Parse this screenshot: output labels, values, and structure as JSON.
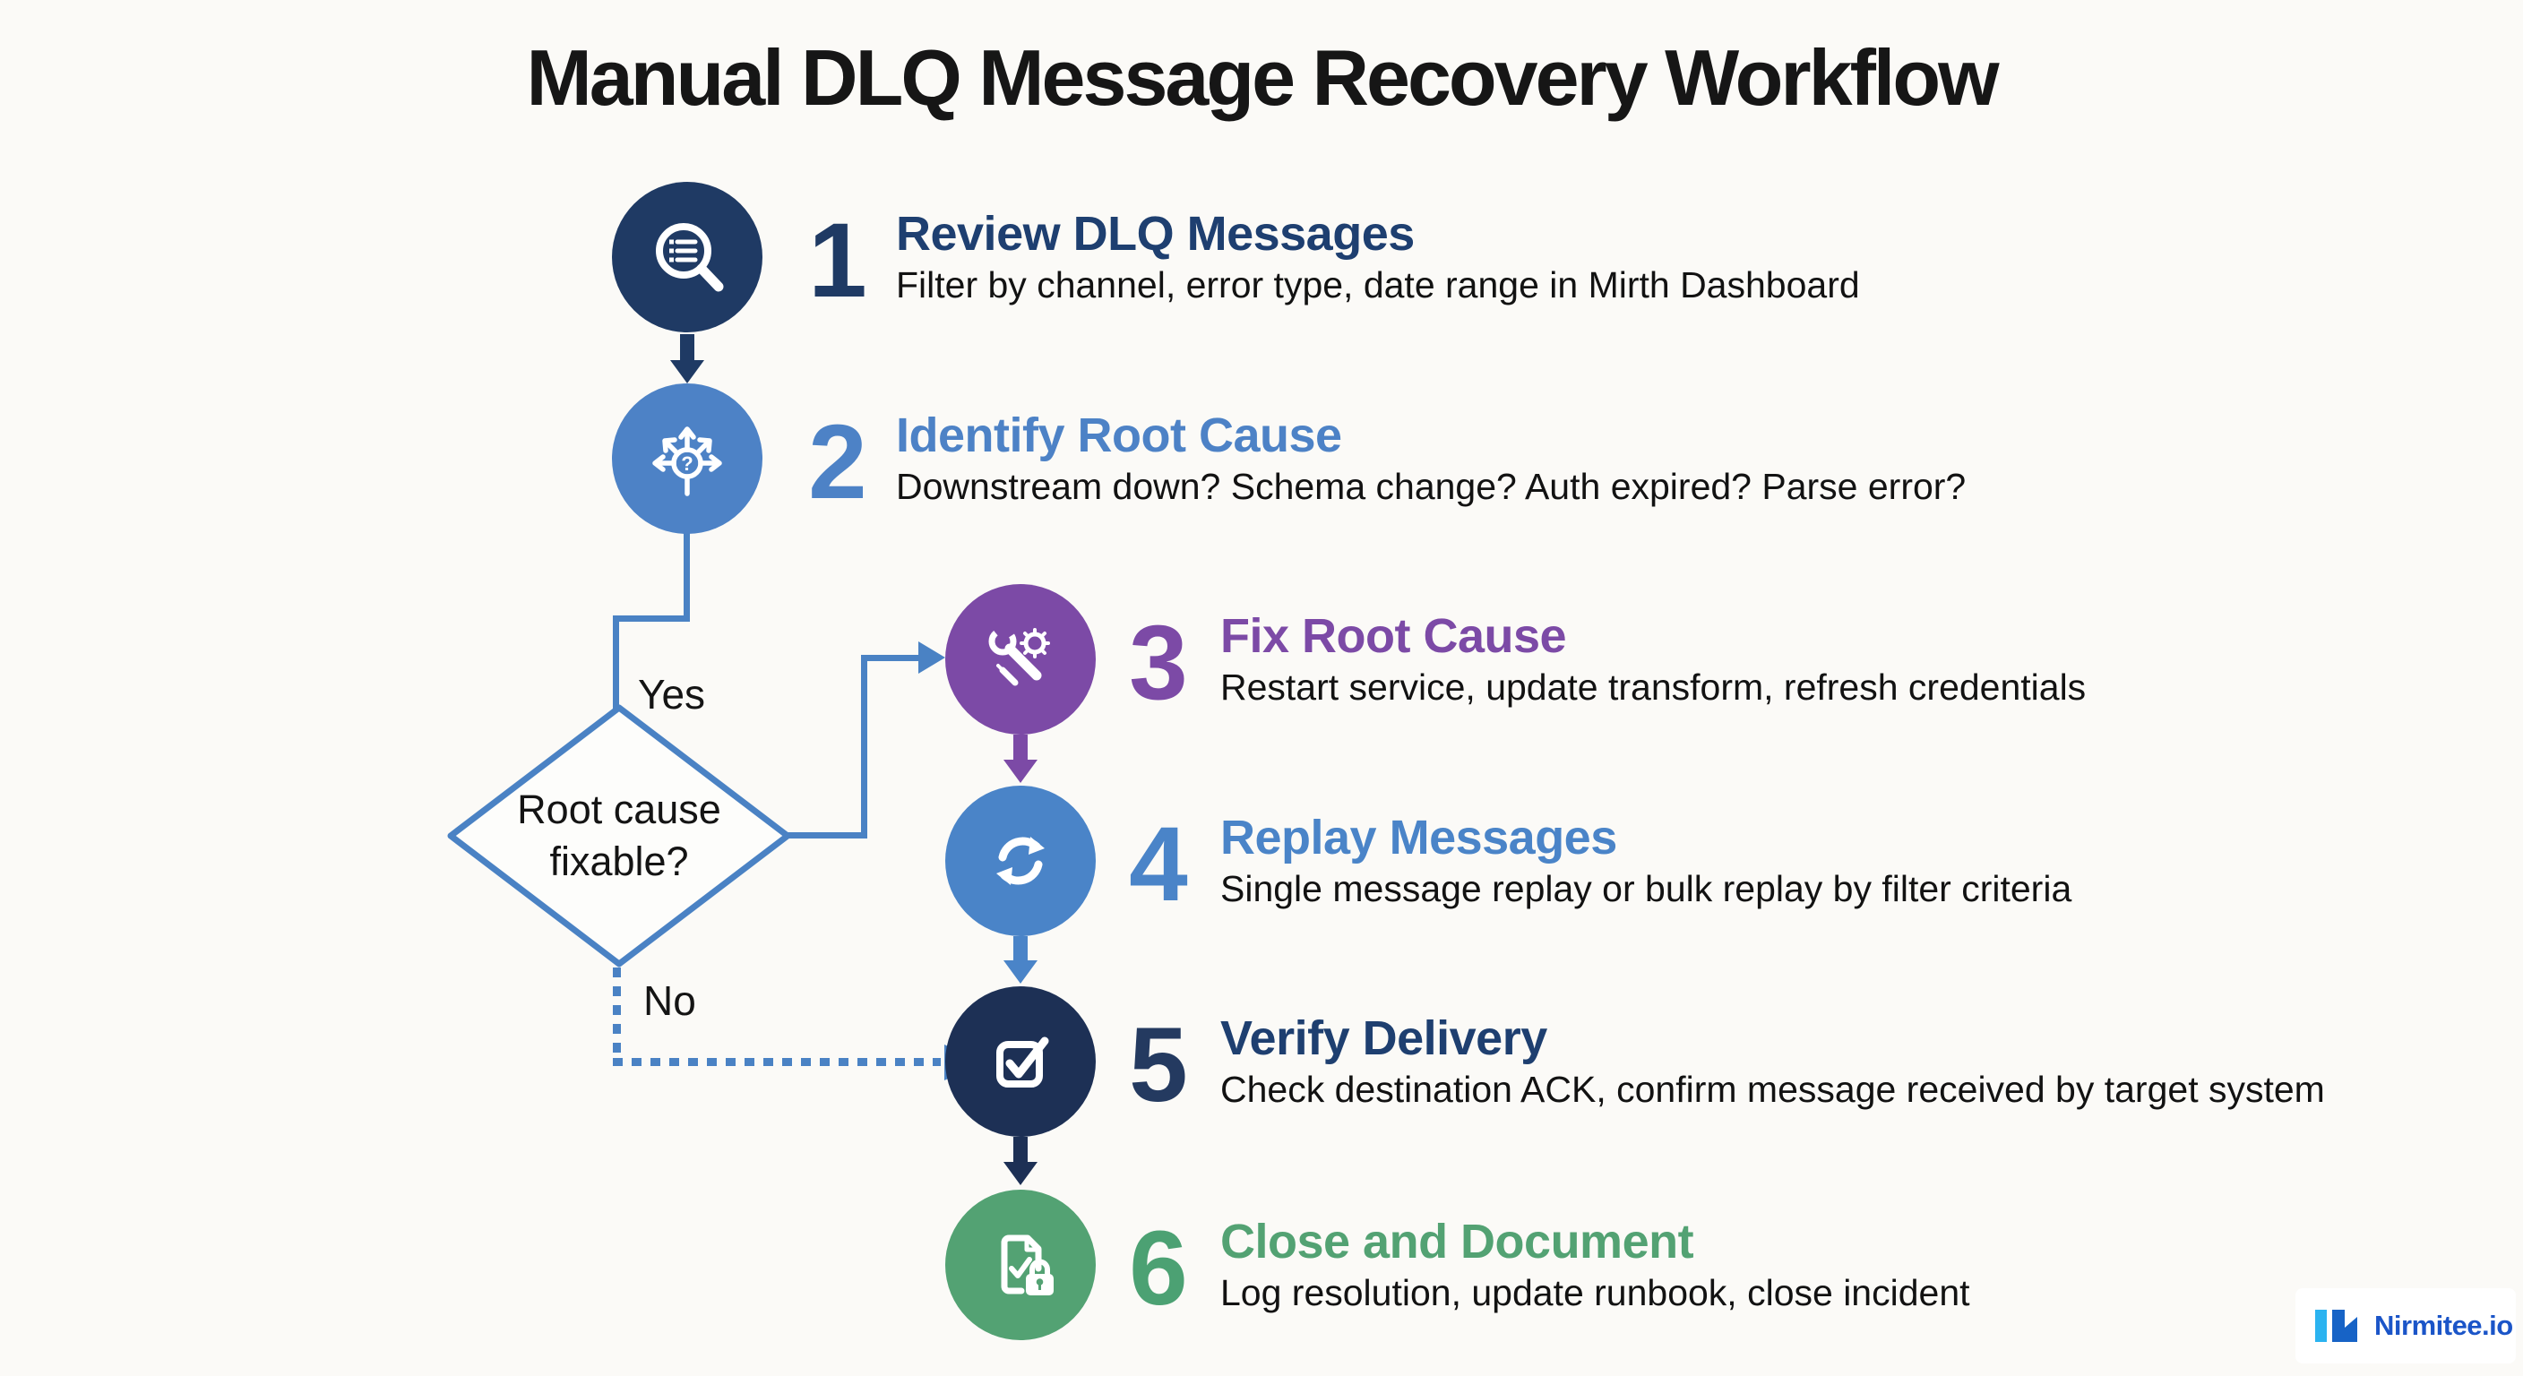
{
  "page": {
    "title": "Manual DLQ Message Recovery Workflow",
    "background_color": "#fbfaf7"
  },
  "steps": [
    {
      "num": "1",
      "title": "Review DLQ Messages",
      "subtitle": "Filter by channel, error type, date range in Mirth Dashboard",
      "color": "#1f3a64",
      "icon": "search-list-icon"
    },
    {
      "num": "2",
      "title": "Identify Root Cause",
      "subtitle": "Downstream down? Schema change? Auth expired? Parse error?",
      "color": "#4d82c6",
      "icon": "branch-question-icon"
    },
    {
      "num": "3",
      "title": "Fix Root Cause",
      "subtitle": "Restart service, update transform, refresh credentials",
      "color": "#7c4aa6",
      "icon": "tools-icon"
    },
    {
      "num": "4",
      "title": "Replay Messages",
      "subtitle": "Single message replay or bulk replay by filter criteria",
      "color": "#4a84c8",
      "icon": "refresh-icon"
    },
    {
      "num": "5",
      "title": "Verify Delivery",
      "subtitle": "Check destination ACK, confirm message received by target system",
      "color": "#1d3055",
      "icon": "checkbox-icon"
    },
    {
      "num": "6",
      "title": "Close and Document",
      "subtitle": "Log resolution, update runbook, close incident",
      "color": "#53a273",
      "icon": "document-lock-icon"
    }
  ],
  "decision": {
    "line1": "Root cause",
    "line2": "fixable?",
    "yes_label": "Yes",
    "no_label": "No",
    "stroke_color": "#4a82c4"
  },
  "arrow_colors": {
    "step1_to_2": "#1f3a64",
    "step3_to_4": "#7c4aa6",
    "step4_to_5": "#4a84c8",
    "step5_to_6": "#1d3055",
    "flow_line": "#4a82c4"
  },
  "logo": {
    "text": "Nirmitee.io",
    "text_color": "#1b55c8",
    "mark_cyan": "#2bb3f0",
    "mark_blue": "#1763c6"
  }
}
